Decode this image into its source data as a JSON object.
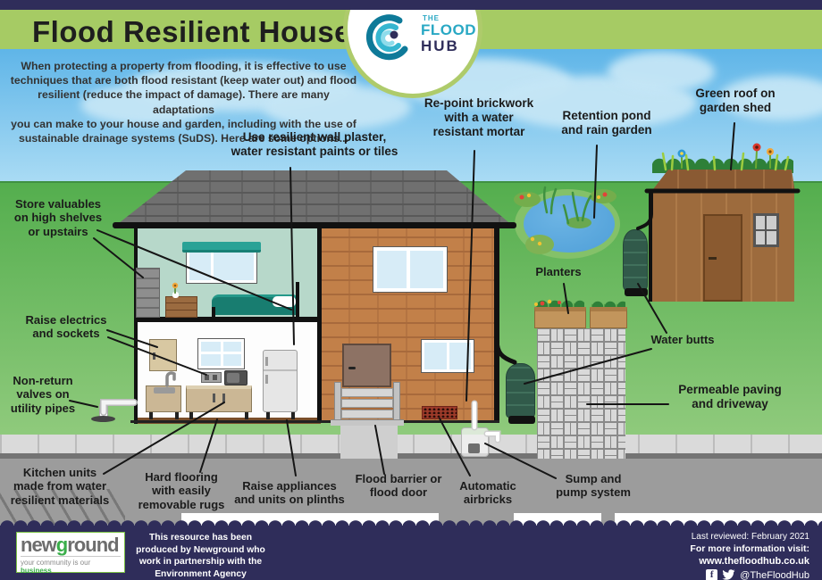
{
  "brand": {
    "navy": "#2f2d5a",
    "bar_green": "#a6cb64",
    "teal": "#29a8c4",
    "newground_green": "#3aae4a"
  },
  "header": {
    "title": "Flood Resilient House",
    "logo": {
      "line1": "THE",
      "line2": "FLOOD",
      "line3": "HUB"
    }
  },
  "intro": "When protecting a property from flooding, it is effective to use\ntechniques that are both flood resistant (keep water out) and flood\nresilient (reduce the impact of damage). There are many adaptations\nyou can make to your house and garden, including with the use of\nsustainable drainage systems (SuDS). Here are some options...",
  "callouts": {
    "wall_plaster": "Use resilient wall plaster,\nwater resistant paints or tiles",
    "repoint": "Re-point brickwork\nwith a water\nresistant mortar",
    "retention_pond": "Retention pond\nand rain garden",
    "green_roof": "Green roof on\ngarden shed",
    "store_valuables": "Store valuables\non high shelves\nor upstairs",
    "raise_electrics": "Raise electrics\nand sockets",
    "non_return": "Non-return\nvalves on\nutility pipes",
    "kitchen_units": "Kitchen units\nmade from water\nresilient materials",
    "hard_flooring": "Hard flooring\nwith easily\nremovable rugs",
    "raise_appliances": "Raise appliances\nand units on plinths",
    "flood_barrier": "Flood barrier or\nflood door",
    "airbricks": "Automatic\nairbricks",
    "sump_pump": "Sump and\npump system",
    "planters": "Planters",
    "water_butts": "Water butts",
    "permeable_paving": "Permeable paving\nand driveway"
  },
  "footer": {
    "newground": {
      "word_start": "new",
      "word_g": "g",
      "word_end": "round",
      "tagline_start": "your community is our ",
      "tagline_end": "business"
    },
    "credit": "This resource has been\nproduced by Newground who\nwork in partnership with the\nEnvironment Agency",
    "last_reviewed": "Last reviewed: February 2021",
    "more_info": "For more information visit:",
    "website": "www.thefloodhub.co.uk",
    "social_handle": "@TheFloodHub"
  }
}
